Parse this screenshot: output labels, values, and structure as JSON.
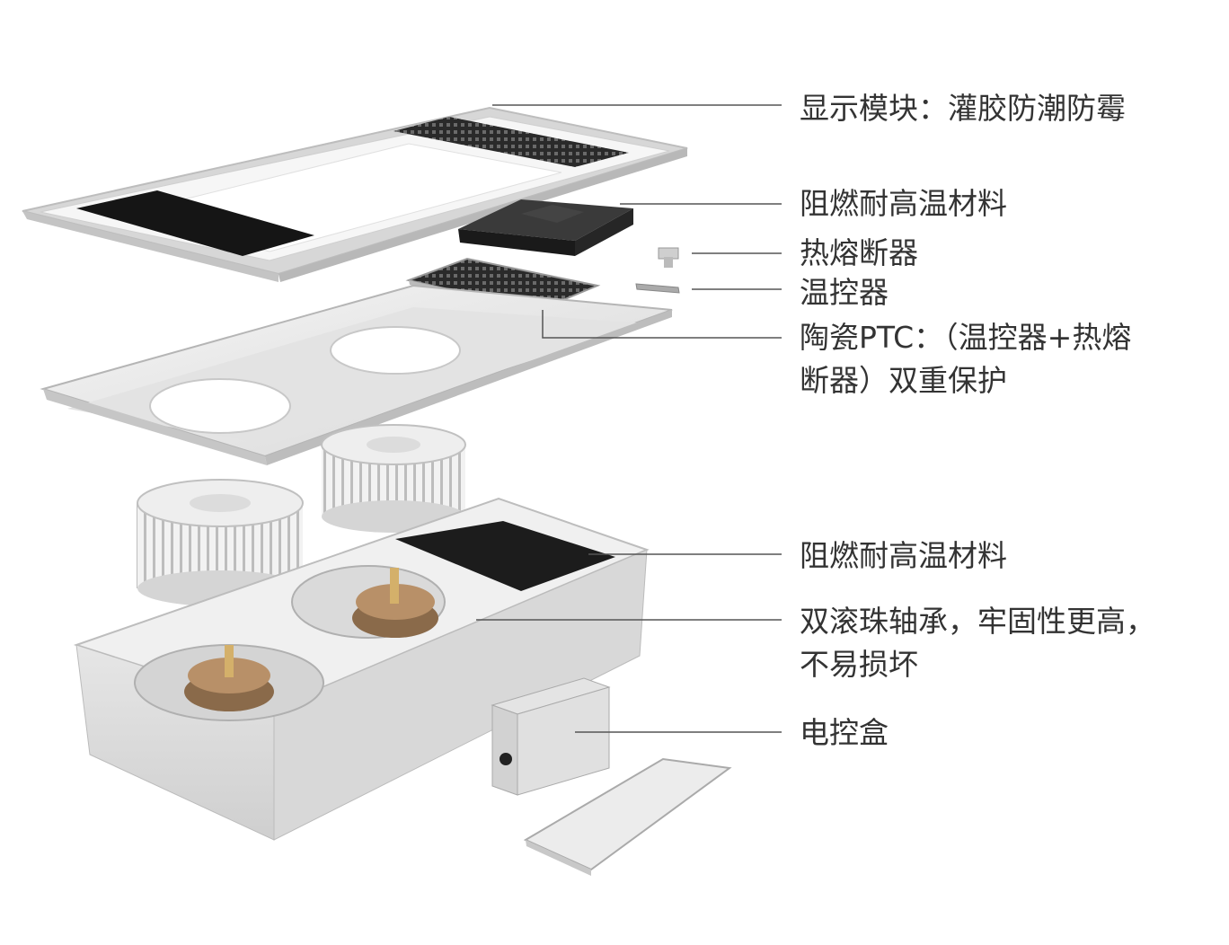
{
  "callouts": [
    {
      "text": "显示模块：灌胶防潮防霉"
    },
    {
      "text": "阻燃耐高温材料"
    },
    {
      "text": "热熔断器"
    },
    {
      "text": "温控器"
    },
    {
      "lines": [
        "陶瓷PTC：（温控器+热熔",
        "断器）双重保护"
      ]
    },
    {
      "text": "阻燃耐高温材料"
    },
    {
      "lines": [
        "双滚珠轴承，牢固性更高，",
        "不易损坏"
      ]
    },
    {
      "text": "电控盒"
    }
  ],
  "colors": {
    "text": "#333333",
    "line": "#555555",
    "panel": "#ececec",
    "dark": "#1e1e1e",
    "motor": "#a07850"
  }
}
